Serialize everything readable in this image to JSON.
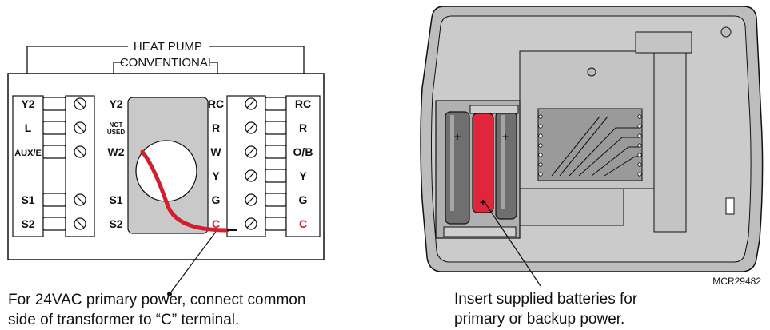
{
  "left_diagram": {
    "header_heat_pump": "HEAT PUMP",
    "header_conventional": "CONVENTIONAL",
    "left_block_labels": [
      "Y2",
      "L",
      "AUX/E",
      "S1",
      "S2"
    ],
    "mid_labels": [
      "Y2",
      "W2",
      "S1",
      "S2"
    ],
    "not_used_line1": "NOT",
    "not_used_line2": "USED",
    "conventional_labels": [
      "RC",
      "R",
      "W",
      "Y",
      "G",
      "C"
    ],
    "heat_pump_labels": [
      "RC",
      "R",
      "O/B",
      "Y",
      "G",
      "C"
    ],
    "caption_line1": "For 24VAC primary power, connect common",
    "caption_line2": "side of transformer to “C” terminal."
  },
  "right_diagram": {
    "battery_plus": "+",
    "caption_line1": "Insert supplied batteries for",
    "caption_line2": "primary or backup power.",
    "code": "MCR29482"
  },
  "colors": {
    "wire": "#d0202f",
    "c_terminal_label": "#d0202f",
    "battery_red": "#e0263a",
    "battery_gray": "#6f6f6f",
    "panel_gray": "#c8c8c8"
  }
}
